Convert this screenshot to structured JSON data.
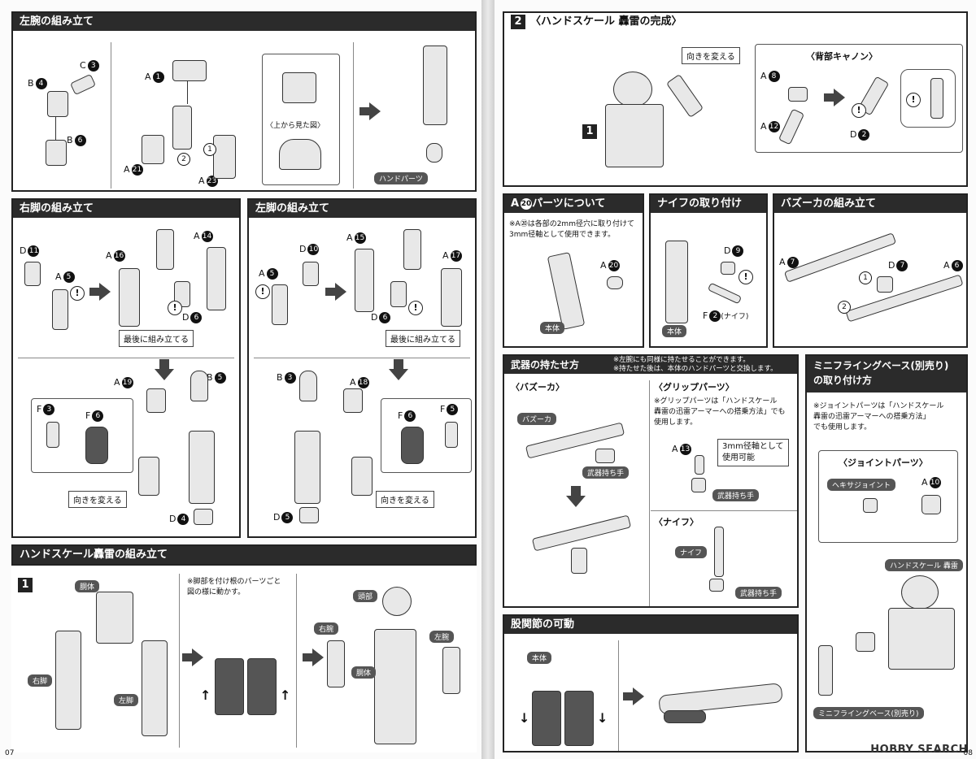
{
  "left": {
    "page_number": "07",
    "left_arm": {
      "title": "左腕の組み立て",
      "labels": {
        "c3": "C",
        "b4": "B",
        "b6": "B",
        "a1": "A",
        "a21": "A",
        "a23": "A"
      },
      "nums": {
        "c3": "3",
        "b4": "4",
        "b6": "6",
        "a1": "1",
        "a21": "21",
        "a23": "23"
      },
      "order": [
        "1",
        "2"
      ],
      "top_view": "〈上から見た図〉",
      "hand_parts": "ハンドパーツ"
    },
    "right_leg": {
      "title": "右脚の組み立て",
      "labels": {
        "d11": "D",
        "a5": "A",
        "a16": "A",
        "a14": "A",
        "d6": "D",
        "a19": "A",
        "b5": "B",
        "f3": "F",
        "f6": "F",
        "d4": "D"
      },
      "nums": {
        "d11": "11",
        "a5": "5",
        "a16": "16",
        "a14": "14",
        "d6": "6",
        "a19": "19",
        "b5": "5",
        "f3": "3",
        "f6": "6",
        "d4": "4"
      },
      "last_step": "最後に組み立てる",
      "change_dir": "向きを変える"
    },
    "left_leg": {
      "title": "左脚の組み立て",
      "labels": {
        "d10": "D",
        "a5": "A",
        "a15": "A",
        "a17": "A",
        "d6": "D",
        "b3": "B",
        "a18": "A",
        "f6": "F",
        "f5": "F",
        "d5": "D"
      },
      "nums": {
        "d10": "10",
        "a5": "5",
        "a15": "15",
        "a17": "17",
        "d6": "6",
        "b3": "3",
        "a18": "18",
        "f6": "6",
        "f5": "5",
        "d5": "5"
      },
      "last_step": "最後に組み立てる",
      "change_dir": "向きを変える"
    },
    "assembly": {
      "title": "ハンドスケール轟雷の組み立て",
      "step": "1",
      "torso": "胴体",
      "right_leg": "右脚",
      "left_leg": "左脚",
      "note_l1": "※脚部を付け根のパーツごと",
      "note_l2": "図の様に動かす。",
      "head": "頭部",
      "right_arm": "右腕",
      "left_arm": "左腕",
      "torso2": "胴体"
    }
  },
  "right": {
    "page_number": "08",
    "complete": {
      "step": "2",
      "title": "〈ハンドスケール 轟雷の完成〉",
      "change_dir": "向きを変える",
      "cannon": "〈背部キャノン〉",
      "sub_step": "1",
      "labels": {
        "a8": "A",
        "a12": "A",
        "d2": "D"
      },
      "nums": {
        "a8": "8",
        "a12": "12",
        "d2": "2"
      }
    },
    "a20": {
      "title_a": "A",
      "title_num": "20",
      "title_rest": "パーツについて",
      "note_l1": "※A⑳は各部の2mm径穴に取り付けて",
      "note_l2": "3mm径軸として使用できます。",
      "label": "A",
      "num": "20",
      "body": "本体"
    },
    "knife": {
      "title": "ナイフの取り付け",
      "d9": "D",
      "d9n": "9",
      "f2": "F",
      "f2n": "2",
      "knife_note": "(ナイフ)",
      "body": "本体"
    },
    "bazooka": {
      "title": "バズーカの組み立て",
      "labels": {
        "a7": "A",
        "d7": "D",
        "a6": "A"
      },
      "nums": {
        "a7": "7",
        "d7": "7",
        "a6": "6"
      },
      "order": [
        "1",
        "2"
      ]
    },
    "weapon": {
      "title": "武器の持たせ方",
      "note1": "※左腕にも同様に持たせることができます。",
      "note2": "※持たせた後は、本体のハンドパーツと交換します。",
      "bazooka_head": "〈バズーカ〉",
      "bazooka_tag": "バズーカ",
      "hand": "武器持ち手",
      "grip_head": "〈グリップパーツ〉",
      "grip_l1": "※グリップパーツは「ハンドスケール",
      "grip_l2": "轟雷の迅雷アーマーへの搭乗方法」でも",
      "grip_l3": "使用します。",
      "a13": "A",
      "a13n": "13",
      "axis_l1": "3mm径軸として",
      "axis_l2": "使用可能",
      "hand2": "武器持ち手",
      "knife_head": "〈ナイフ〉",
      "knife_tag": "ナイフ",
      "hand3": "武器持ち手"
    },
    "base": {
      "title_l1": "ミニフライングベース(別売り)",
      "title_l2": "の取り付け方",
      "note_l1": "※ジョイントパーツは「ハンドスケール",
      "note_l2": "轟雷の迅雷アーマーへの搭乗方法」",
      "note_l3": "でも使用します。",
      "joint_head": "〈ジョイントパーツ〉",
      "hex": "ヘキサジョイント",
      "a10": "A",
      "a10n": "10",
      "figure": "ハンドスケール 轟雷",
      "base_tag": "ミニフライングベース(別売り)"
    },
    "hip": {
      "title": "股関節の可動",
      "body": "本体"
    },
    "watermark": "HOBBY SEARCH"
  }
}
